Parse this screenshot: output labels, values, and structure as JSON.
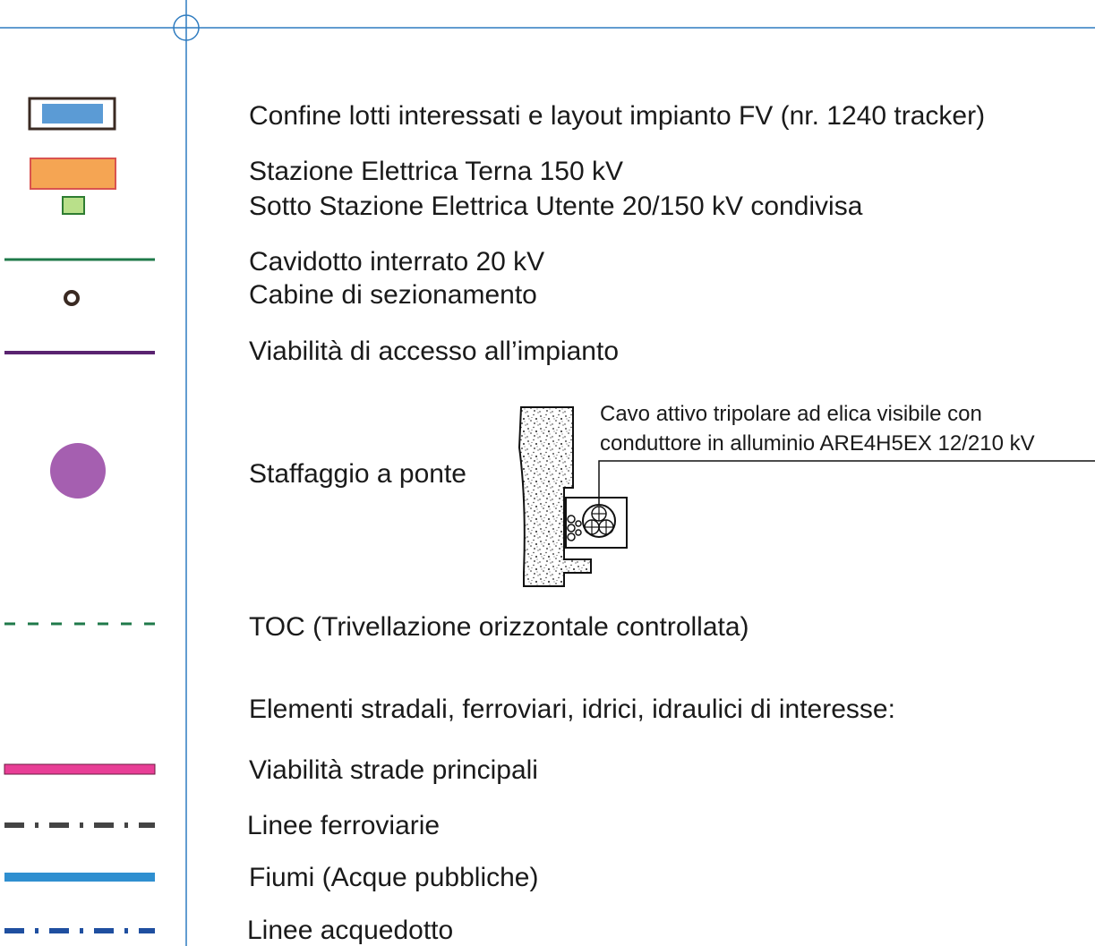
{
  "colors": {
    "frame_line": "#2f7cc0",
    "fv_border": "#3a2a22",
    "fv_fill": "#5b9bd5",
    "terna_border": "#d9534f",
    "terna_fill": "#f5a553",
    "sse_border": "#2e7d32",
    "sse_fill": "#b9e08a",
    "cavidotto": "#1f7a4a",
    "cabine": "#3a2a22",
    "viabilita_accesso": "#5a2370",
    "staffaggio": "#a55fb0",
    "toc": "#1f7a4a",
    "strade": "#e83e96",
    "ferrovie": "#444444",
    "fiumi": "#2f8fd0",
    "acquedotto": "#1f4fa0"
  },
  "legend": {
    "confine_fv": "Confine lotti interessati e layout impianto FV (nr. 1240 tracker)",
    "stazione_terna": "Stazione Elettrica Terna 150 kV",
    "sse_utente": "Sotto Stazione Elettrica Utente 20/150 kV condivisa",
    "cavidotto": "Cavidotto interrato 20 kV",
    "cabine": "Cabine di sezionamento",
    "viabilita_accesso": "Viabilità di accesso all’impianto",
    "staffaggio": "Staffaggio a ponte",
    "cavo_line1": "Cavo attivo tripolare ad elica visibile con",
    "cavo_line2": "conduttore in alluminio ARE4H5EX 12/210 kV",
    "toc": "TOC (Trivellazione orizzontale controllata)",
    "elementi_header": "Elementi stradali, ferroviari, idrici, idraulici di interesse:",
    "strade": "Viabilità strade principali",
    "ferrovie": "Linee ferroviarie",
    "fiumi": "Fiumi (Acque pubbliche)",
    "acquedotto": "Linee acquedotto"
  }
}
